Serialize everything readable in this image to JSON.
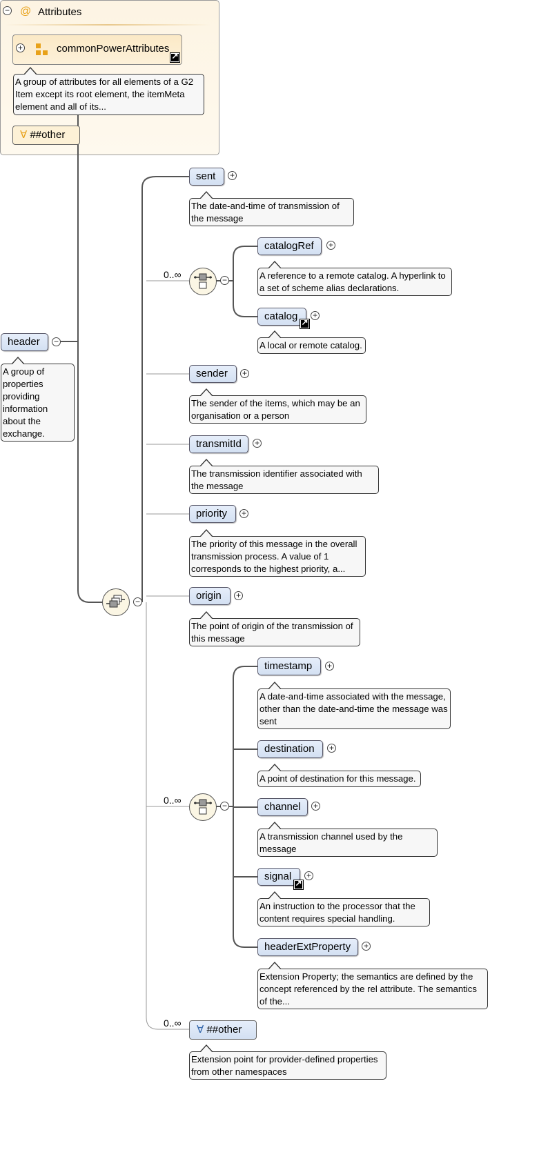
{
  "root": {
    "label": "header",
    "doc": "A group of properties providing information about the exchange."
  },
  "attributes": {
    "title": "Attributes",
    "group_label": "commonPowerAttributes",
    "group_doc": "A group of attributes for all elements of a G2 Item except its root element, the itemMeta element and all of its...",
    "any_label": "##other"
  },
  "elements": {
    "sent": {
      "label": "sent",
      "doc": "The date-and-time of transmission of the message"
    },
    "choice1_card": "0..∞",
    "catalogRef": {
      "label": "catalogRef",
      "doc": "A reference to a remote catalog. A hyperlink to a set of scheme alias declarations."
    },
    "catalog": {
      "label": "catalog",
      "doc": "A local or remote catalog."
    },
    "sender": {
      "label": "sender",
      "doc": "The sender of the items, which may be an organisation or a person"
    },
    "transmitId": {
      "label": "transmitId",
      "doc": "The transmission identifier associated with the message"
    },
    "priority": {
      "label": "priority",
      "doc": "The priority of this message in the overall transmission process. A value of 1 corresponds to the highest priority, a..."
    },
    "origin": {
      "label": "origin",
      "doc": "The point of origin of the transmission of this message"
    },
    "choice2_card": "0..∞",
    "timestamp": {
      "label": "timestamp",
      "doc": "A date-and-time associated with the message, other than the date-and-time the message was sent"
    },
    "destination": {
      "label": "destination",
      "doc": "A point of destination for this message."
    },
    "channel": {
      "label": "channel",
      "doc": "A transmission channel used by the message"
    },
    "signal": {
      "label": "signal",
      "doc": "An instruction to the processor that the content requires special handling."
    },
    "headerExtProperty": {
      "label": "headerExtProperty",
      "doc": "Extension Property; the semantics are defined by the concept referenced by the rel attribute. The semantics of the..."
    },
    "any_card": "0..∞",
    "any_other": {
      "label": "##other",
      "doc": "Extension point for provider-defined properties from other namespaces"
    }
  },
  "colors": {
    "element_fill": "#d3e0f2",
    "attributes_fill": "#fdf4e3",
    "annotation_fill": "#f7f7f7",
    "compositor_fill": "#fbf6e4",
    "connector": "#555555",
    "attribute_icon": "#e8a21a"
  }
}
